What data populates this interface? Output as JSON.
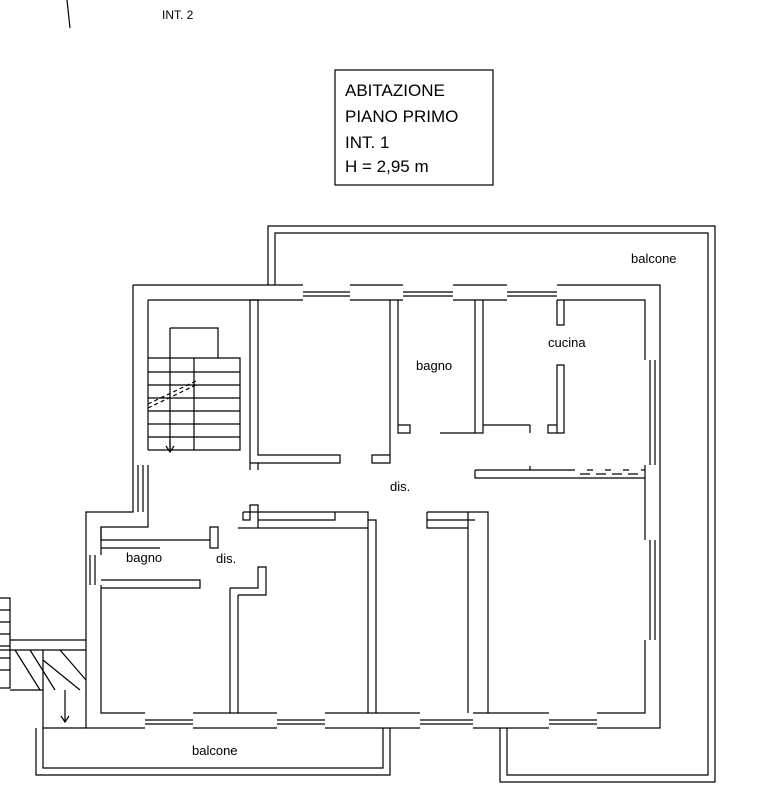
{
  "top_label": "INT. 2",
  "title_box": {
    "lines": [
      "ABITAZIONE",
      "PIANO PRIMO",
      "INT. 1",
      "H = 2,95 m"
    ]
  },
  "rooms": {
    "balcone_top": "balcone",
    "bagno_upper": "bagno",
    "cucina": "cucina",
    "dis_main": "dis.",
    "bagno_lower": "bagno",
    "dis_lower": "dis.",
    "balcone_bottom": "balcone"
  }
}
